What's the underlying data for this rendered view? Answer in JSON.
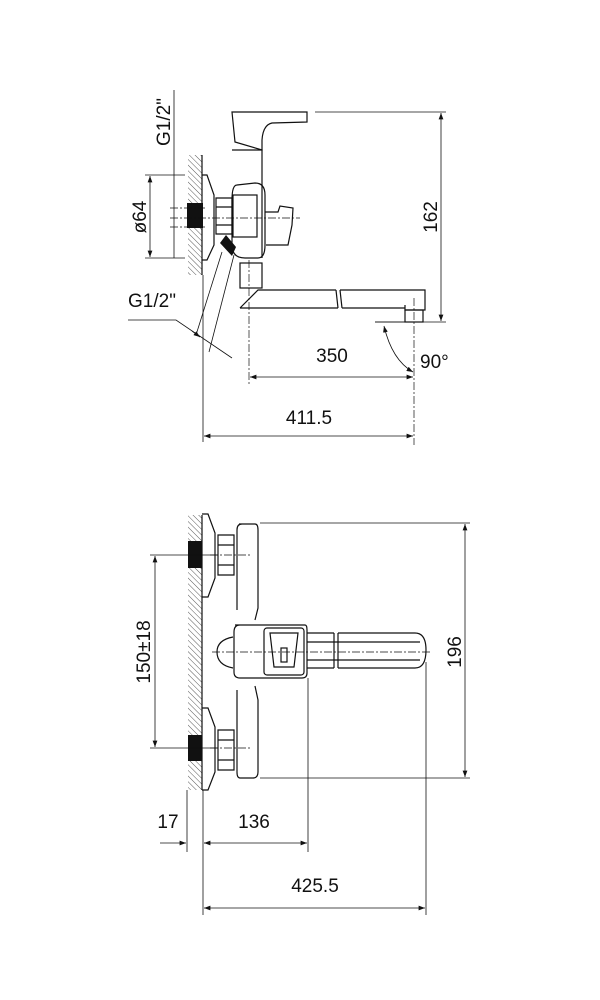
{
  "side_view": {
    "thread_top_label": "G1/2\"",
    "diameter_label": "ø64",
    "height_label": "162",
    "thread_side_label": "G1/2\"",
    "spout_length_label": "350",
    "angle_label": "90°",
    "total_depth_label": "411.5"
  },
  "top_view": {
    "inlet_spacing_label": "150±18",
    "width_label": "196",
    "wall_offset_label": "17",
    "body_depth_label": "136",
    "total_depth_label": "425.5"
  },
  "colors": {
    "line": "#111111",
    "background": "#ffffff"
  }
}
